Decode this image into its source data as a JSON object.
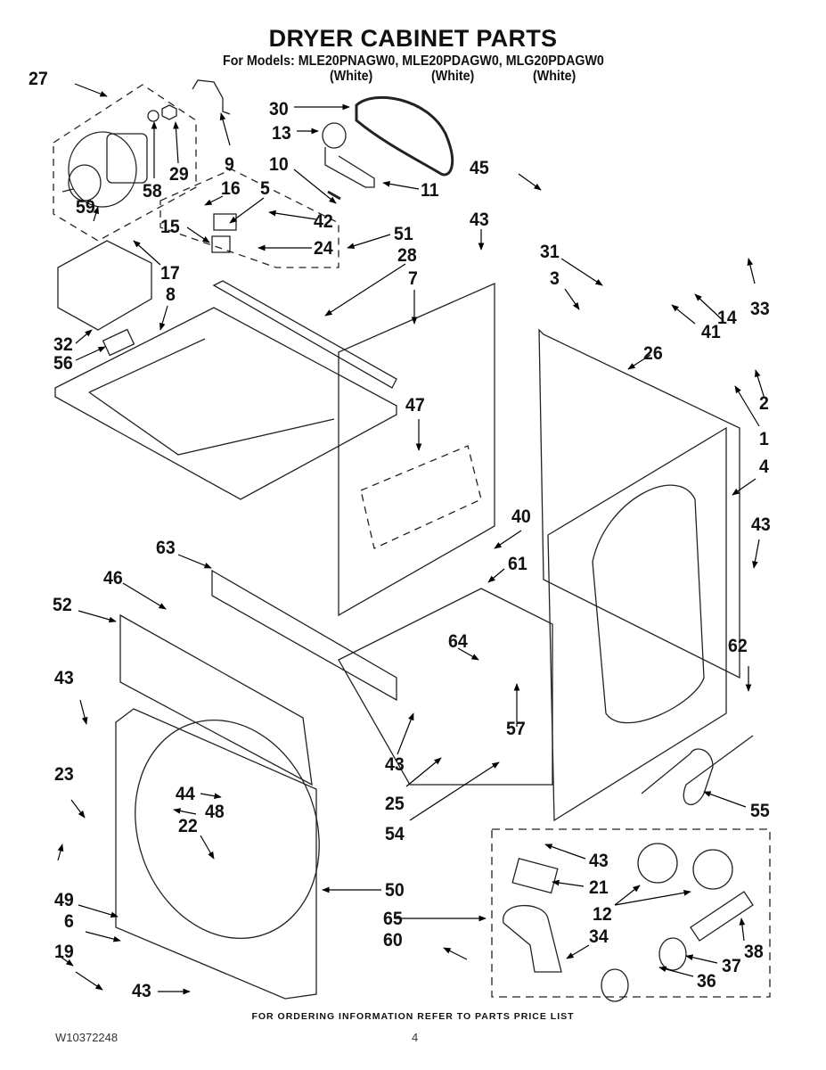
{
  "header": {
    "title": "DRYER CABINET PARTS",
    "models_line": "For Models: MLE20PNAGW0, MLE20PDAGW0, MLG20PDAGW0",
    "colors": [
      "(White)",
      "(White)",
      "(White)"
    ]
  },
  "callouts": {
    "c27": "27",
    "c30": "30",
    "c13": "13",
    "c9": "9",
    "c29": "29",
    "c58": "58",
    "c10": "10",
    "c16": "16",
    "c5": "5",
    "c11": "11",
    "c45": "45",
    "c59": "59",
    "c42": "42",
    "c15": "15",
    "c24": "24",
    "c51": "51",
    "c43a": "43",
    "c17": "17",
    "c28": "28",
    "c7": "7",
    "c8": "8",
    "c31": "31",
    "c3": "3",
    "c14": "14",
    "c33": "33",
    "c41": "41",
    "c32": "32",
    "c56": "56",
    "c26": "26",
    "c2": "2",
    "c47": "47",
    "c1": "1",
    "c4": "4",
    "c43b": "43",
    "c40": "40",
    "c63": "63",
    "c61": "61",
    "c46": "46",
    "c52": "52",
    "c62": "62",
    "c64": "64",
    "c43c": "43",
    "c57": "57",
    "c43d": "43",
    "c25": "25",
    "c23": "23",
    "c44": "44",
    "c48": "48",
    "c55": "55",
    "c54": "54",
    "c22": "22",
    "c43e": "43",
    "c49": "49",
    "c50": "50",
    "c21": "21",
    "c12": "12",
    "c6": "6",
    "c65": "65",
    "c34": "34",
    "c60": "60",
    "c38": "38",
    "c19": "19",
    "c37": "37",
    "c43f": "43",
    "c36": "36"
  },
  "footer": {
    "note": "FOR ORDERING INFORMATION REFER TO PARTS PRICE LIST",
    "doc_id": "W10372248",
    "page": "4"
  }
}
